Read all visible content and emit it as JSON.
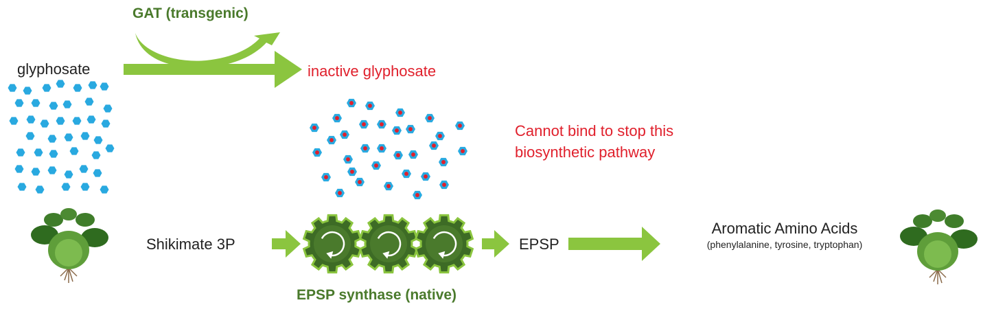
{
  "labels": {
    "gat": "GAT (transgenic)",
    "glyphosate": "glyphosate",
    "inactive_glyphosate": "inactive glyphosate",
    "cannot_bind_line1": "Cannot bind to stop this",
    "cannot_bind_line2": "biosynthetic pathway",
    "shikimate": "Shikimate 3P",
    "epsp": "EPSP",
    "aromatic": "Aromatic Amino Acids",
    "aromatic_sub": "(phenylalanine, tyrosine, tryptophan)",
    "synthase": "EPSP synthase (native)"
  },
  "colors": {
    "arrow_green": "#8bc53f",
    "dark_green": "#4a7a2c",
    "gear_green": "#3d6b25",
    "label_red": "#e0202c",
    "molecule_blue": "#29a9e0",
    "molecule_core_red": "#e0202c"
  }
}
